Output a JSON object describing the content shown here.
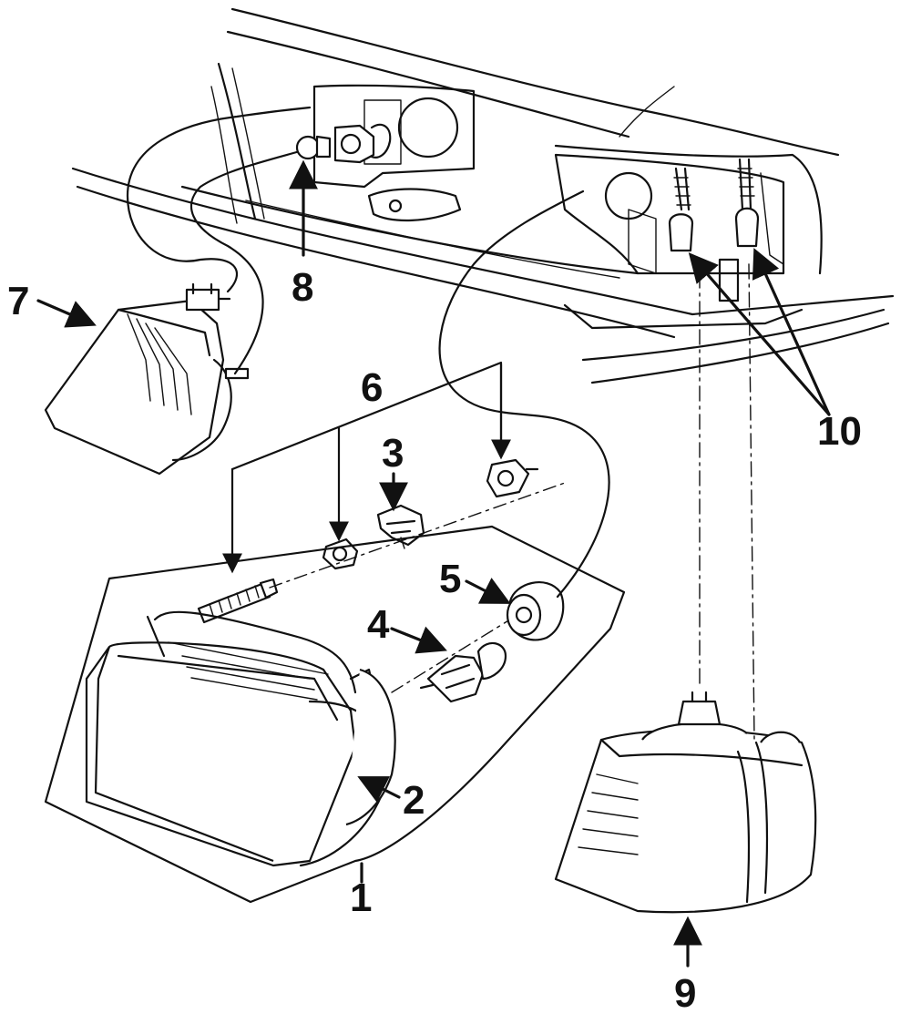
{
  "callouts": [
    {
      "id": "1",
      "label": "1"
    },
    {
      "id": "2",
      "label": "2"
    },
    {
      "id": "3",
      "label": "3"
    },
    {
      "id": "4",
      "label": "4"
    },
    {
      "id": "5",
      "label": "5"
    },
    {
      "id": "6",
      "label": "6"
    },
    {
      "id": "7",
      "label": "7"
    },
    {
      "id": "8",
      "label": "8"
    },
    {
      "id": "9",
      "label": "9"
    },
    {
      "id": "10",
      "label": "10"
    }
  ],
  "colors": {
    "ink": "#111111",
    "paper": "#ffffff"
  }
}
